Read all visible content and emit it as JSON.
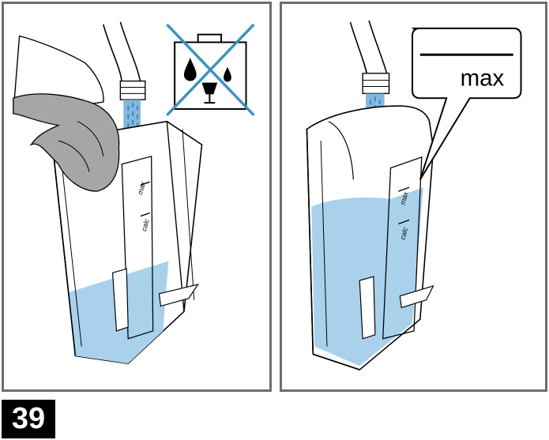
{
  "figure": {
    "left_panel": {
      "tank_scale": {
        "max_label": "max",
        "calc_label": "calc"
      }
    },
    "right_panel": {
      "callout_label": "max",
      "tank_scale": {
        "max_label": "max",
        "calc_label": "calc"
      }
    },
    "step_number": "39"
  },
  "colors": {
    "water": "#a9d1ec",
    "water_stream": "#6aaedc",
    "warning_cross": "#3d91c4",
    "frame_border": "#6e6e6e",
    "cloth": "#a6a6a6"
  },
  "icons": {
    "prohibition": "no-dishwasher-icon"
  }
}
